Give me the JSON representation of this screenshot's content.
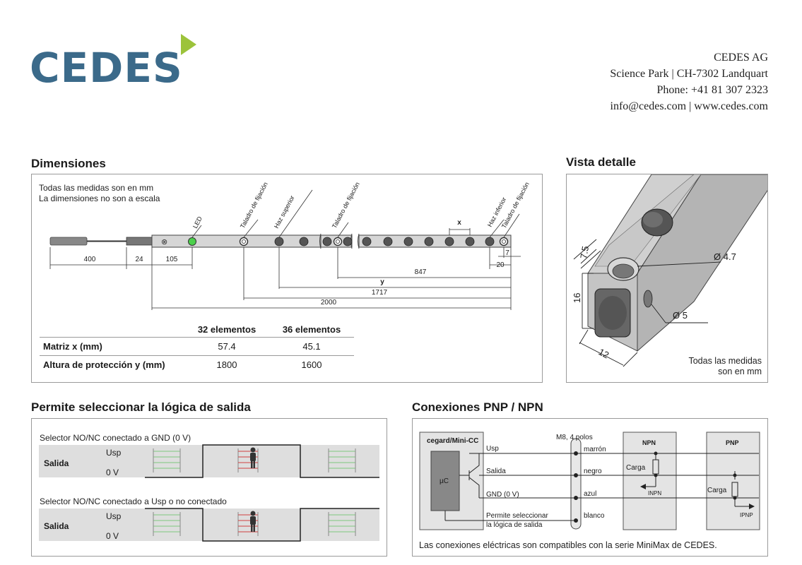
{
  "brand": {
    "logo_text": "CEDES",
    "logo_color": "#3b6a8a",
    "accent_color": "#9cc33b"
  },
  "contact": {
    "company": "CEDES AG",
    "address": "Science Park | CH-7302 Landquart",
    "phone": "Phone: +41 81 307 2323",
    "web": "info@cedes.com | www.cedes.com"
  },
  "dimensions": {
    "title": "Dimensiones",
    "note_line1": "Todas las medidas son en mm",
    "note_line2": "La dimensiones no son a escala",
    "callouts": {
      "led": "LED",
      "taladro1": "Taladro de fijación",
      "haz_superior": "Haz superior",
      "taladro2": "Taladro de fijación",
      "haz_inferior": "Haz inferior",
      "taladro3": "Taladro de fijación"
    },
    "measures": {
      "cable": "400",
      "connector": "24",
      "to_led": "105",
      "x": "x",
      "m7": "7",
      "m20": "20",
      "m847": "847",
      "y": "y",
      "m1717": "1717",
      "m2000": "2000"
    },
    "table": {
      "col1": "32 elementos",
      "col2": "36 elementos",
      "rows": [
        {
          "label": "Matriz x (mm)",
          "v1": "57.4",
          "v2": "45.1"
        },
        {
          "label": "Altura de protección  y (mm)",
          "v1": "1800",
          "v2": "1600"
        }
      ]
    }
  },
  "detail": {
    "title": "Vista detalle",
    "dim_75": "7.5",
    "dim_16": "16",
    "dim_12": "12",
    "dia_47": "Ø 4.7",
    "dia_5": "Ø 5",
    "note_line1": "Todas las medidas",
    "note_line2": "son en mm"
  },
  "logic": {
    "title": "Permite seleccionar la lógica de salida",
    "panel1": {
      "caption": "Selector NO/NC conectado a GND (0 V)",
      "label": "Salida",
      "usp": "Usp",
      "zero": "0 V"
    },
    "panel2": {
      "caption": "Selector NO/NC conectado a Usp o no conectado",
      "label": "Salida",
      "usp": "Usp",
      "zero": "0 V"
    }
  },
  "connections": {
    "title": "Conexiones PNP / NPN",
    "device": "cegard/Mini-CC",
    "uc": "µC",
    "connector": "M8, 4 polos",
    "signals": [
      "Usp",
      "Salida",
      "GND (0 V)",
      "Permite seleccionar"
    ],
    "signal_extra": "la lógica de salida",
    "wires": [
      "marrón",
      "negro",
      "azul",
      "blanco"
    ],
    "npn": "NPN",
    "pnp": "PNP",
    "carga": "Carga",
    "i_npn": "INPN",
    "i_pnp": "IPNP",
    "footer": "Las conexiones eléctricas son compatibles con la serie MiniMax de CEDES."
  }
}
